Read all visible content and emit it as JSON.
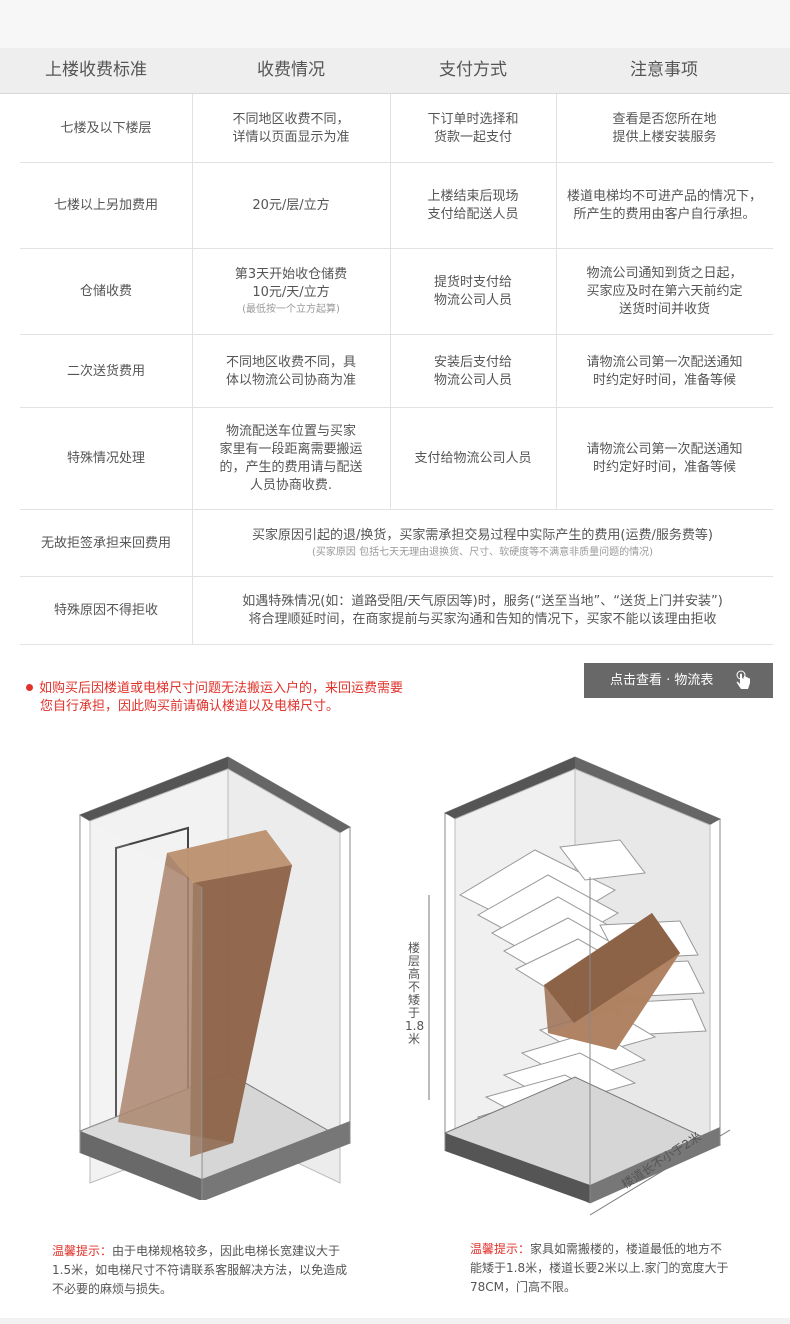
{
  "table": {
    "headers": [
      "上楼收费标准",
      "收费情况",
      "支付方式",
      "注意事项"
    ],
    "rows": [
      {
        "standard": "七楼及以下楼层",
        "fee": [
          "不同地区收费不同，",
          "详情以页面显示为准"
        ],
        "payment": [
          "下订单时选择和",
          "货款一起支付"
        ],
        "notes": [
          "查看是否您所在地",
          "提供上楼安装服务"
        ]
      },
      {
        "standard": "七楼以上另加费用",
        "fee": [
          "20元/层/立方"
        ],
        "payment": [
          "上楼结束后现场",
          "支付给配送人员"
        ],
        "notes": [
          "楼道电梯均不可进产品的情况下，",
          "所产生的费用由客户自行承担。"
        ]
      },
      {
        "standard": "仓储收费",
        "fee": [
          "第3天开始收仓储费",
          "10元/天/立方"
        ],
        "fee_small": "(最低按一个立方起算)",
        "payment": [
          "提货时支付给",
          "物流公司人员"
        ],
        "notes": [
          "物流公司通知到货之日起，",
          "买家应及时在第六天前约定",
          "送货时间并收货"
        ]
      },
      {
        "standard": "二次送货费用",
        "fee": [
          "不同地区收费不同，具",
          "体以物流公司协商为准"
        ],
        "payment": [
          "安装后支付给",
          "物流公司人员"
        ],
        "notes": [
          "请物流公司第一次配送通知",
          "时约定好时间，准备等候"
        ]
      },
      {
        "standard": "特殊情况处理",
        "fee": [
          "物流配送车位置与买家",
          "家里有一段距离需要搬运",
          "的，产生的费用请与配送",
          "人员协商收费."
        ],
        "payment": [
          "支付给物流公司人员"
        ],
        "notes": [
          "请物流公司第一次配送通知",
          "时约定好时间，准备等候"
        ]
      },
      {
        "standard": "无故拒签承担来回费用",
        "merged": [
          "买家原因引起的退/换货，买家需承担交易过程中实际产生的费用(运费/服务费等)"
        ],
        "merged_small": "(买家原因 包括七天无理由退换货、尺寸、软硬度等不满意非质量问题的情况)"
      },
      {
        "standard": "特殊原因不得拒收",
        "merged": [
          "如遇特殊情况(如：道路受阻/天气原因等)时，服务(“送至当地”、“送货上门并安装”)",
          "将合理顺延时间，在商家提前与买家沟通和告知的情况下，买家不能以该理由拒收"
        ]
      }
    ]
  },
  "notice": {
    "line1": "如购买后因楼道或电梯尺寸问题无法搬运入户的，来回运费需要",
    "line2": "您自行承担，因此购买前请确认楼道以及电梯尺寸。"
  },
  "logistics_button": {
    "label": "点击查看 · 物流表"
  },
  "stair_measurements": {
    "height": "楼层高不矮于1.8米",
    "length": "楼道长不小于2米"
  },
  "tips": {
    "elevator": {
      "label": "温馨提示：",
      "lines": [
        "由于电梯规格较多，因此电梯长宽建议大于",
        "1.5米，如电梯尺寸不符请联系客服解决方法，以免造成",
        "不必要的麻烦与损失。"
      ]
    },
    "stairs": {
      "label": "温馨提示：",
      "lines": [
        "家具如需搬楼的，楼道最低的地方不",
        "能矮于1.8米，楼道长要2米以上.家门的宽度大于",
        "78CM，门高不限。"
      ]
    }
  },
  "colors": {
    "accent_red": "#e0322b",
    "button_gray": "#686868",
    "box_brown": "#a0755a",
    "header_bg": "#eeeeee"
  },
  "icons": [
    "hand-pointer-icon",
    "red-dot-icon"
  ]
}
